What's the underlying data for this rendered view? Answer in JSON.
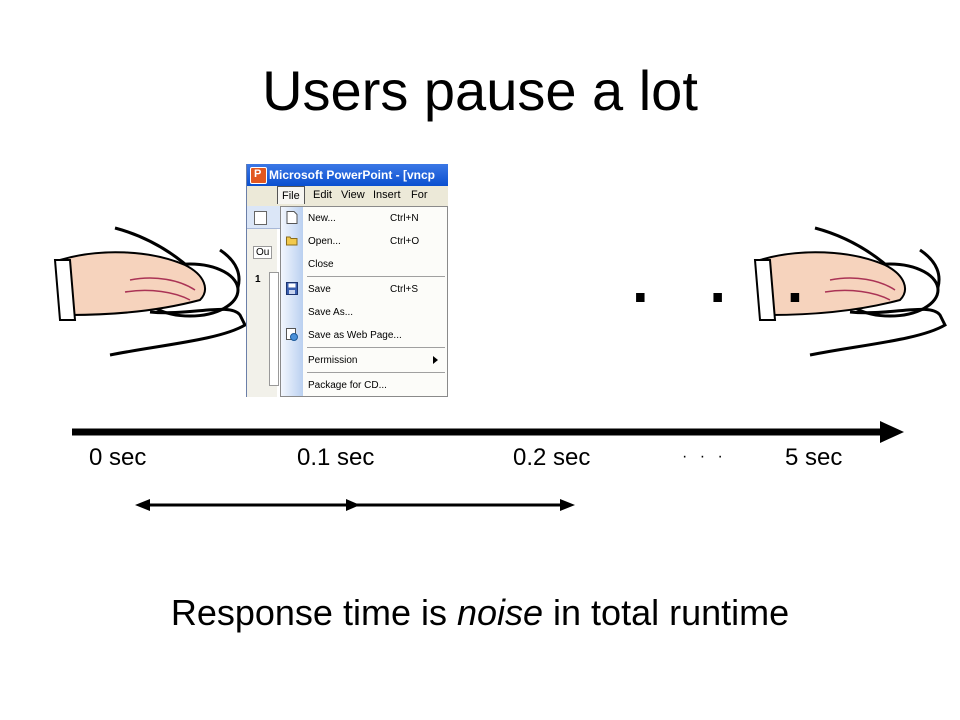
{
  "slide": {
    "title": "Users pause a lot",
    "ellipsis_big": ". . .",
    "caption_before": "Response time is ",
    "caption_emphasis": "noise",
    "caption_after": " in total runtime"
  },
  "app_window": {
    "title": "Microsoft PowerPoint - [vncp",
    "menubar": [
      "File",
      "Edit",
      "View",
      "Insert",
      "For"
    ],
    "outline_tab": "Ou",
    "slide_number": "1",
    "file_menu": [
      {
        "label": "New...",
        "shortcut": "Ctrl+N",
        "icon": "new-document-icon"
      },
      {
        "label": "Open...",
        "shortcut": "Ctrl+O",
        "icon": "open-folder-icon"
      },
      {
        "label": "Close",
        "shortcut": ""
      },
      {
        "label": "Save",
        "shortcut": "Ctrl+S",
        "icon": "floppy-disk-icon"
      },
      {
        "label": "Save As...",
        "shortcut": ""
      },
      {
        "label": "Save as Web Page...",
        "shortcut": "",
        "icon": "web-page-icon"
      },
      {
        "label": "Permission",
        "shortcut": "",
        "submenu": true
      },
      {
        "label": "Package for CD...",
        "shortcut": ""
      }
    ]
  },
  "timeline": {
    "labels": [
      "0 sec",
      "0.1 sec",
      "0.2 sec",
      "5 sec"
    ],
    "dots": "· · ·"
  },
  "colors": {
    "title_bar": "#0a4fd0",
    "menu_bar": "#ece9d8",
    "menu_gutter": "#bad0f0",
    "text": "#000000"
  }
}
